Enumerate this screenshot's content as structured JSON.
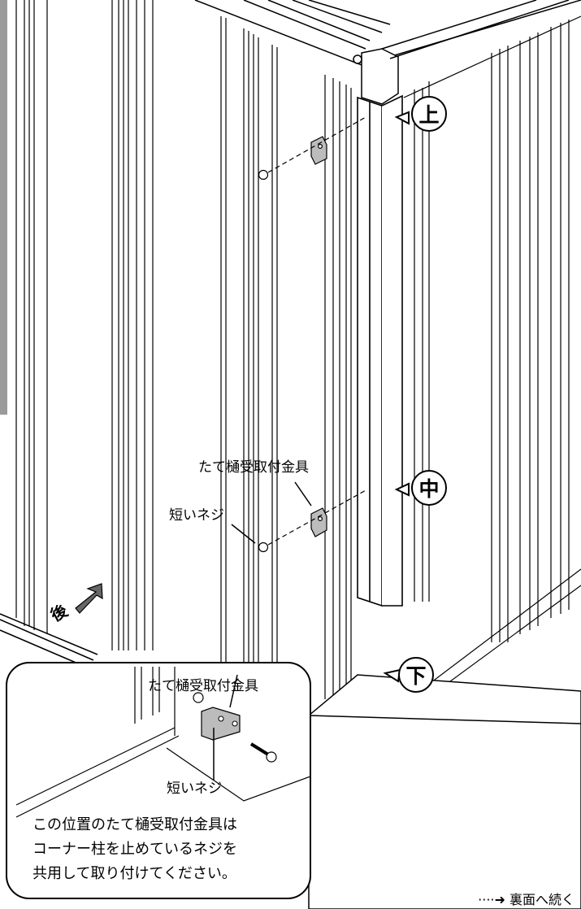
{
  "markers": {
    "top": "上",
    "middle": "中",
    "bottom": "下",
    "back": "後"
  },
  "labels": {
    "gutter_bracket": "たて樋受取付金具",
    "short_screw": "短いネジ"
  },
  "inset": {
    "gutter_bracket": "たて樋受取付金具",
    "short_screw": "短いネジ",
    "note_lines": [
      "この位置のたて樋受取付金具は",
      "コーナー柱を止めているネジを",
      "共用して取り付けてください。"
    ]
  },
  "footer": {
    "continue_text": "裏面へ続く"
  }
}
